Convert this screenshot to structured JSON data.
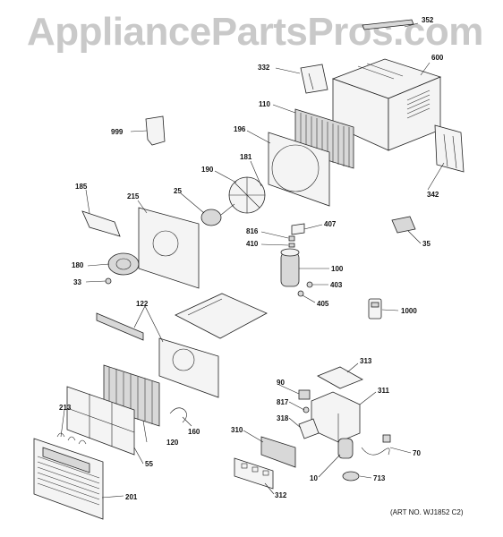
{
  "watermark": "AppliancePartsPros.com",
  "art_no": "(ART NO. WJ1852 C2)",
  "parts": [
    {
      "id": "352"
    },
    {
      "id": "600"
    },
    {
      "id": "332"
    },
    {
      "id": "110"
    },
    {
      "id": "999"
    },
    {
      "id": "196"
    },
    {
      "id": "342"
    },
    {
      "id": "190"
    },
    {
      "id": "181"
    },
    {
      "id": "185"
    },
    {
      "id": "215"
    },
    {
      "id": "25"
    },
    {
      "id": "407"
    },
    {
      "id": "816"
    },
    {
      "id": "410"
    },
    {
      "id": "35"
    },
    {
      "id": "180"
    },
    {
      "id": "100"
    },
    {
      "id": "33"
    },
    {
      "id": "403"
    },
    {
      "id": "405"
    },
    {
      "id": "1000"
    },
    {
      "id": "122"
    },
    {
      "id": "313"
    },
    {
      "id": "90"
    },
    {
      "id": "311"
    },
    {
      "id": "817"
    },
    {
      "id": "213"
    },
    {
      "id": "318"
    },
    {
      "id": "160"
    },
    {
      "id": "310"
    },
    {
      "id": "120"
    },
    {
      "id": "70"
    },
    {
      "id": "55"
    },
    {
      "id": "10"
    },
    {
      "id": "713"
    },
    {
      "id": "312"
    },
    {
      "id": "201"
    }
  ]
}
